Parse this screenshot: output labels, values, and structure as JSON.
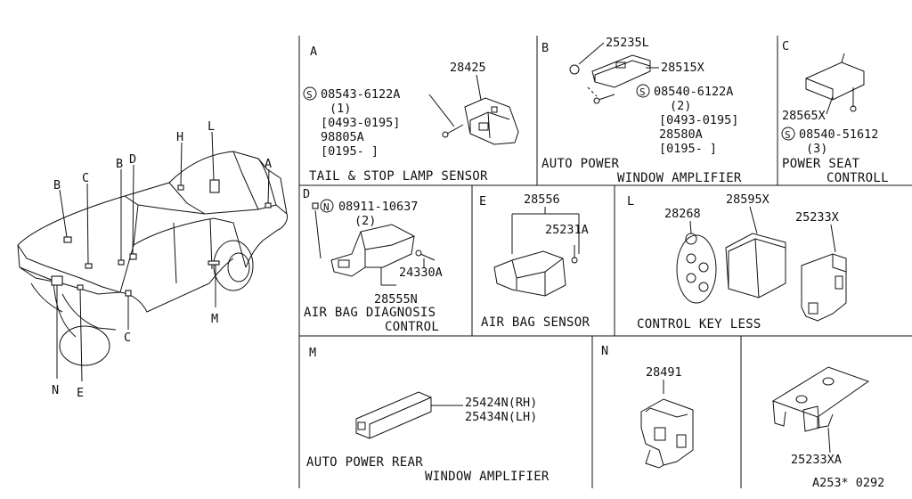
{
  "car_overview": {
    "labels": [
      "A",
      "B",
      "C",
      "B",
      "D",
      "H",
      "L",
      "M",
      "C",
      "N",
      "E"
    ]
  },
  "panels": {
    "A": {
      "letter": "A",
      "parts": [
        "28425"
      ],
      "bolt": {
        "prefix": "S",
        "number": "08543-6122A",
        "qty": "(1)",
        "range1": "[0493-0195]",
        "alt": "98805A",
        "range2": "[0195-   ]"
      },
      "title": "TAIL & STOP  LAMP SENSOR"
    },
    "B": {
      "letter": "B",
      "parts": [
        "25235L",
        "28515X"
      ],
      "bolt": {
        "prefix": "S",
        "number": "08540-6122A",
        "qty": "(2)",
        "range1": "[0493-0195]",
        "alt": "28580A",
        "range2": "[0195-   ]"
      },
      "title_1": "AUTO POWER",
      "title_2": "WINDOW AMPLIFIER"
    },
    "C": {
      "letter": "C",
      "parts": [
        "28565X"
      ],
      "bolt": {
        "prefix": "S",
        "number": "08540-51612",
        "qty": "(3)"
      },
      "title_1": "POWER SEAT",
      "title_2": "CONTROLL"
    },
    "D": {
      "letter": "D",
      "bolt": {
        "prefix": "N",
        "number": "08911-10637",
        "qty": "(2)"
      },
      "parts": [
        "24330A",
        "28555N"
      ],
      "title_1": "AIR BAG DIAGNOSIS",
      "title_2": "CONTROL"
    },
    "E": {
      "letter": "E",
      "parts": [
        "28556",
        "25231A"
      ],
      "title": "AIR BAG SENSOR"
    },
    "L": {
      "letter": "L",
      "parts": [
        "28268",
        "28595X",
        "25233X"
      ],
      "title": "CONTROL KEY LESS"
    },
    "M": {
      "letter": "M",
      "parts": [
        "25424N(RH)",
        "25434N(LH)"
      ],
      "title_1": "AUTO POWER REAR",
      "title_2": "WINDOW AMPLIFIER"
    },
    "N": {
      "letter": "N",
      "parts": [
        "28491"
      ]
    },
    "N2": {
      "parts": [
        "25233XA"
      ]
    }
  },
  "diagram_code": "A253* 0292"
}
